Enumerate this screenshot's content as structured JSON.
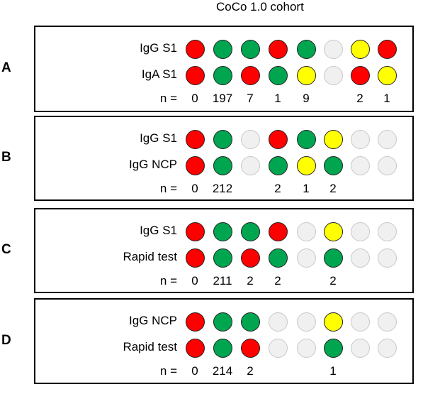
{
  "title": "CoCo 1.0 cohort",
  "colors": {
    "red": "#ff0000",
    "green": "#00a550",
    "yellow": "#ffff00",
    "grey": "#f0f0f0"
  },
  "panels": [
    {
      "label": "A",
      "rows": [
        {
          "label": "IgG S1",
          "dots": [
            "red",
            "green",
            "green",
            "red",
            "green",
            "grey",
            "yellow",
            "red"
          ]
        },
        {
          "label": "IgA S1",
          "dots": [
            "red",
            "green",
            "red",
            "green",
            "yellow",
            "grey",
            "red",
            "yellow"
          ]
        }
      ],
      "n_label": "n =",
      "counts": [
        "0",
        "197",
        "7",
        "1",
        "9",
        "",
        "2",
        "1"
      ]
    },
    {
      "label": "B",
      "rows": [
        {
          "label": "IgG S1",
          "dots": [
            "red",
            "green",
            "grey",
            "red",
            "green",
            "yellow",
            "grey",
            "grey"
          ]
        },
        {
          "label": "IgG NCP",
          "dots": [
            "red",
            "green",
            "grey",
            "green",
            "yellow",
            "green",
            "grey",
            "grey"
          ]
        }
      ],
      "n_label": "n =",
      "counts": [
        "0",
        "212",
        "",
        "2",
        "1",
        "2",
        "",
        ""
      ]
    },
    {
      "label": "C",
      "rows": [
        {
          "label": "IgG S1",
          "dots": [
            "red",
            "green",
            "green",
            "red",
            "grey",
            "yellow",
            "grey",
            "grey"
          ]
        },
        {
          "label": "Rapid test",
          "dots": [
            "red",
            "green",
            "red",
            "green",
            "grey",
            "green",
            "grey",
            "grey"
          ]
        }
      ],
      "n_label": "n =",
      "counts": [
        "0",
        "211",
        "2",
        "2",
        "",
        "2",
        "",
        ""
      ]
    },
    {
      "label": "D",
      "rows": [
        {
          "label": "IgG NCP",
          "dots": [
            "red",
            "green",
            "green",
            "grey",
            "grey",
            "yellow",
            "grey",
            "grey"
          ]
        },
        {
          "label": "Rapid test",
          "dots": [
            "red",
            "green",
            "red",
            "grey",
            "grey",
            "green",
            "grey",
            "grey"
          ]
        }
      ],
      "n_label": "n =",
      "counts": [
        "0",
        "214",
        "2",
        "",
        "",
        "1",
        "",
        ""
      ]
    }
  ]
}
